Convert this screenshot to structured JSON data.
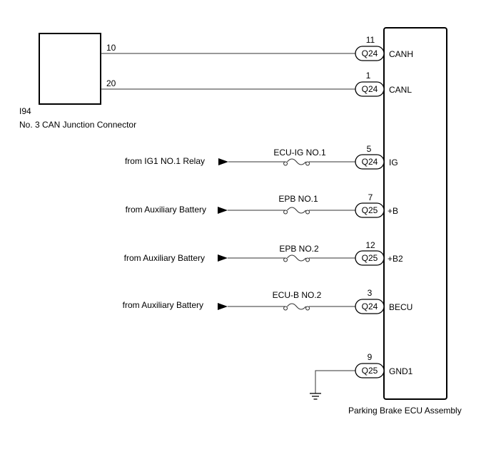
{
  "junction": {
    "code": "I94",
    "name": "No. 3 CAN Junction Connector",
    "pin_canh": "10",
    "pin_canl": "20"
  },
  "ecu": {
    "name": "Parking Brake ECU Assembly"
  },
  "rows": [
    {
      "pin": "11",
      "connector": "Q24",
      "terminal": "CANH",
      "source": "",
      "fuse": ""
    },
    {
      "pin": "1",
      "connector": "Q24",
      "terminal": "CANL",
      "source": "",
      "fuse": ""
    },
    {
      "pin": "5",
      "connector": "Q24",
      "terminal": "IG",
      "source": "from IG1 NO.1 Relay",
      "fuse": "ECU-IG NO.1"
    },
    {
      "pin": "7",
      "connector": "Q25",
      "terminal": "+B",
      "source": "from Auxiliary Battery",
      "fuse": "EPB NO.1"
    },
    {
      "pin": "12",
      "connector": "Q25",
      "terminal": "+B2",
      "source": "from Auxiliary Battery",
      "fuse": "EPB NO.2"
    },
    {
      "pin": "3",
      "connector": "Q24",
      "terminal": "BECU",
      "source": "from Auxiliary Battery",
      "fuse": "ECU-B NO.2"
    },
    {
      "pin": "9",
      "connector": "Q25",
      "terminal": "GND1",
      "source": "",
      "fuse": ""
    }
  ]
}
